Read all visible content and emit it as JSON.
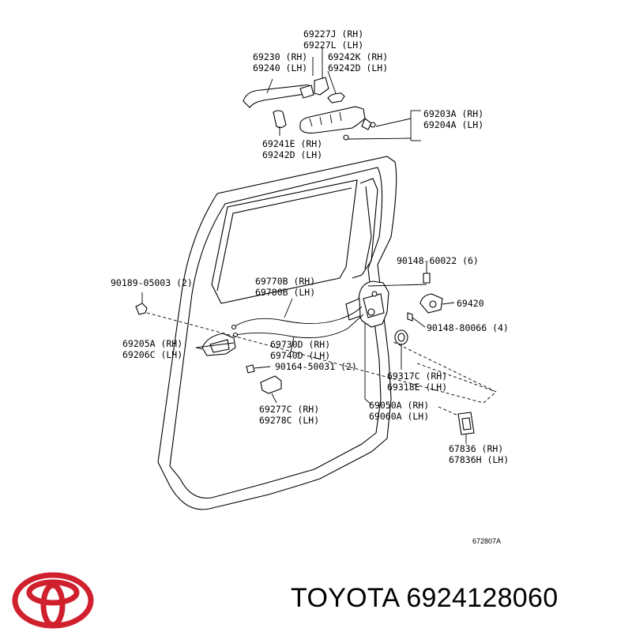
{
  "labels": {
    "p69227": [
      "69227J (RH)",
      "69227L (LH)"
    ],
    "p69230": [
      "69230 (RH)",
      "69240 (LH)"
    ],
    "p69242": [
      "69242K (RH)",
      "69242D (LH)"
    ],
    "p69203": [
      "69203A (RH)",
      "69204A (LH)"
    ],
    "p69241": [
      "69241E (RH)",
      "69242D (LH)"
    ],
    "p90148a": "90148-60022 (6)",
    "p90189": "90189-05003 (2)",
    "p69770": [
      "69770B (RH)",
      "69780B (LH)"
    ],
    "p69420": "69420",
    "p90148b": "90148-80066 (4)",
    "p69205": [
      "69205A (RH)",
      "69206C (LH)"
    ],
    "p69730": [
      "69730D (RH)",
      "69740D (LH)"
    ],
    "p90164": "90164-50031 (2)",
    "p69317": [
      "69317C (RH)",
      "69318E (LH)"
    ],
    "p69277": [
      "69277C (RH)",
      "69278C (LH)"
    ],
    "p69050": [
      "69050A (RH)",
      "69060A (LH)"
    ],
    "p67836": [
      "67836  (RH)",
      "67836H (LH)"
    ]
  },
  "diagram_ref": "672807A",
  "footer": {
    "brand": "TOYOTA",
    "part_number": "6924128060",
    "title": "TOYOTA 6924128060",
    "logo_color": "#d0202e"
  }
}
